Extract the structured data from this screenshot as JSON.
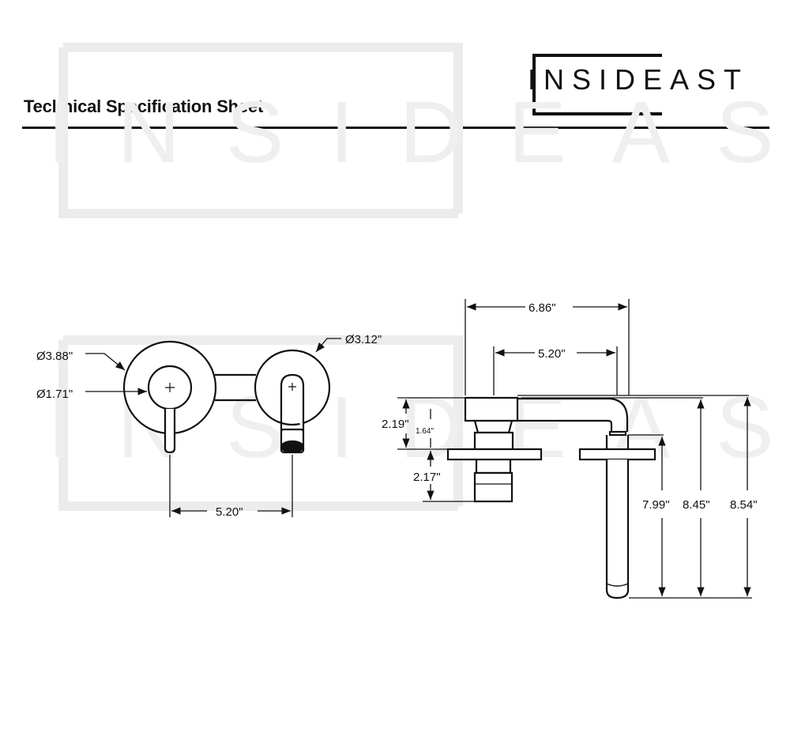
{
  "header": {
    "title": "Technical Specification Sheet",
    "brand": "INSIDEAST"
  },
  "watermark": {
    "text": "INSIDEAST",
    "color": "#ececec"
  },
  "front_view": {
    "dim_outer_diameter": "Ø3.88\"",
    "dim_handle_diameter": "Ø1.71\"",
    "dim_spout_diameter": "Ø3.12\"",
    "dim_center_spacing": "5.20\""
  },
  "side_view": {
    "dim_total_width": "6.86\"",
    "dim_center_spacing": "5.20\"",
    "dim_body_height": "2.19\"",
    "dim_body_inner": "1.64\"",
    "dim_valve_depth": "2.17\"",
    "dim_height_1": "7.99\"",
    "dim_height_2": "8.45\"",
    "dim_height_3": "8.54\""
  }
}
